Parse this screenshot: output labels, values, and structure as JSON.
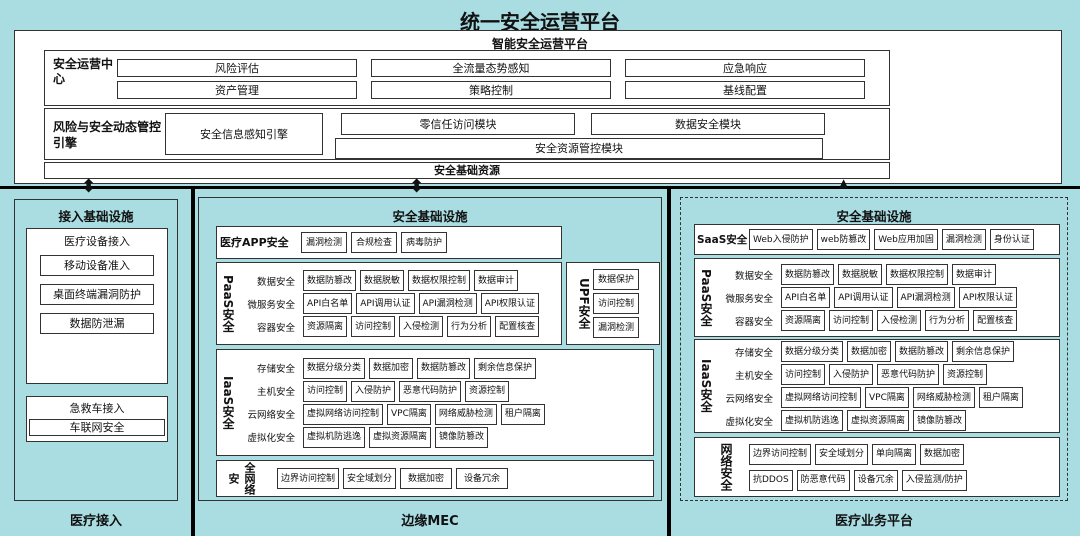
{
  "title": "统一安全运营平台",
  "top": {
    "subtitle": "智能安全运营平台",
    "ops_center": {
      "label": "安全运营中心",
      "items": [
        "风险评估",
        "全流量态势感知",
        "应急响应",
        "资产管理",
        "策略控制",
        "基线配置"
      ]
    },
    "risk_engine": {
      "label": "风险与安全动态管控引擎",
      "items": [
        "安全信息感知引擎",
        "零信任访问模块",
        "数据安全模块",
        "安全资源管控模块"
      ]
    },
    "foundation": "安全基础资源"
  },
  "left": {
    "title": "接入基础设施",
    "group1": {
      "title": "医疗设备接入",
      "items": [
        "移动设备准入",
        "桌面终端漏洞防护",
        "数据防泄漏"
      ]
    },
    "group2": {
      "title": "急救车接入",
      "items": [
        "车联网安全"
      ]
    },
    "footer": "医疗接入"
  },
  "middle": {
    "title": "安全基础设施",
    "app": {
      "label": "医疗APP安全",
      "items": [
        "漏洞检测",
        "合规检查",
        "病毒防护"
      ]
    },
    "paas": {
      "label": "PaaS安全",
      "rows": [
        {
          "label": "数据安全",
          "items": [
            "数据防篡改",
            "数据脱敏",
            "数据权限控制",
            "数据审计"
          ]
        },
        {
          "label": "微服务安全",
          "items": [
            "API白名单",
            "API调用认证",
            "API漏洞检测",
            "API权限认证"
          ]
        },
        {
          "label": "容器安全",
          "items": [
            "资源隔离",
            "访问控制",
            "入侵检测",
            "行为分析",
            "配置核查"
          ]
        }
      ]
    },
    "upf": {
      "label": "UPF安全",
      "items": [
        "数据保护",
        "访问控制",
        "漏洞检测"
      ]
    },
    "iaas": {
      "label": "IaaS安全",
      "rows": [
        {
          "label": "存储安全",
          "items": [
            "数据分级分类",
            "数据加密",
            "数据防篡改",
            "剩余信息保护"
          ]
        },
        {
          "label": "主机安全",
          "items": [
            "访问控制",
            "入侵防护",
            "恶意代码防护",
            "资源控制"
          ]
        },
        {
          "label": "云网络安全",
          "items": [
            "虚拟网络访问控制",
            "VPC隔离",
            "网络威胁检测",
            "租户隔离"
          ]
        },
        {
          "label": "虚拟化安全",
          "items": [
            "虚拟机防逃逸",
            "虚拟资源隔离",
            "镜像防篡改"
          ]
        }
      ]
    },
    "network": {
      "label": "全网络安",
      "items": [
        "边界访问控制",
        "安全域划分",
        "数据加密",
        "设备冗余"
      ]
    },
    "footer": "边缘MEC"
  },
  "right": {
    "title": "安全基础设施",
    "saas": {
      "label": "SaaS安全",
      "items": [
        "Web入侵防护",
        "web防篡改",
        "Web应用加固",
        "漏洞检测",
        "身份认证"
      ]
    },
    "paas": {
      "label": "PaaS安全",
      "rows": [
        {
          "label": "数据安全",
          "items": [
            "数据防篡改",
            "数据脱敏",
            "数据权限控制",
            "数据审计"
          ]
        },
        {
          "label": "微服务安全",
          "items": [
            "API白名单",
            "API调用认证",
            "API漏洞检测",
            "API权限认证"
          ]
        },
        {
          "label": "容器安全",
          "items": [
            "资源隔离",
            "访问控制",
            "入侵检测",
            "行为分析",
            "配置核查"
          ]
        }
      ]
    },
    "iaas": {
      "label": "IaaS安全",
      "rows": [
        {
          "label": "存储安全",
          "items": [
            "数据分级分类",
            "数据加密",
            "数据防篡改",
            "剩余信息保护"
          ]
        },
        {
          "label": "主机安全",
          "items": [
            "访问控制",
            "入侵防护",
            "恶意代码防护",
            "资源控制"
          ]
        },
        {
          "label": "云网络安全",
          "items": [
            "虚拟网络访问控制",
            "VPC隔离",
            "网络威胁检测",
            "租户隔离"
          ]
        },
        {
          "label": "虚拟化安全",
          "items": [
            "虚拟机防逃逸",
            "虚拟资源隔离",
            "镜像防篡改"
          ]
        }
      ]
    },
    "network": {
      "label": "网络安全",
      "rows": [
        {
          "items": [
            "边界访问控制",
            "安全域划分",
            "单向隔离",
            "数据加密"
          ]
        },
        {
          "items": [
            "抗DDOS",
            "防恶意代码",
            "设备冗余",
            "入侵监测/防护"
          ]
        }
      ]
    },
    "footer": "医疗业务平台"
  },
  "colors": {
    "background": "#a9dde2",
    "border": "#333333",
    "divider": "#000000"
  }
}
